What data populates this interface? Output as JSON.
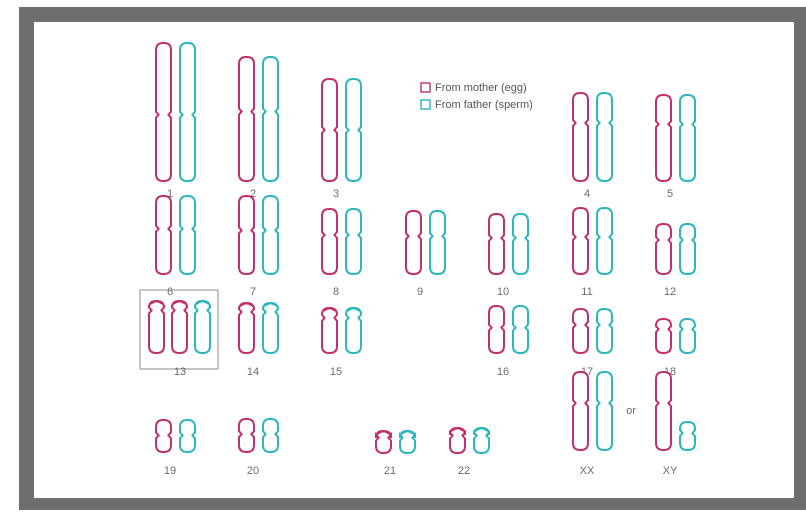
{
  "colors": {
    "maternal": "#c0306b",
    "paternal": "#2bb7bd",
    "frame": "#6e6e6e",
    "label": "#6b6b6b"
  },
  "legend": {
    "maternal": "From mother (egg)",
    "paternal": "From father (sperm)"
  },
  "or_text": "or",
  "chromosomes": [
    {
      "label": "1",
      "strands": [
        "maternal",
        "paternal"
      ]
    },
    {
      "label": "2",
      "strands": [
        "maternal",
        "paternal"
      ]
    },
    {
      "label": "3",
      "strands": [
        "maternal",
        "paternal"
      ]
    },
    {
      "label": "4",
      "strands": [
        "maternal",
        "paternal"
      ]
    },
    {
      "label": "5",
      "strands": [
        "maternal",
        "paternal"
      ]
    },
    {
      "label": "6",
      "strands": [
        "maternal",
        "paternal"
      ]
    },
    {
      "label": "7",
      "strands": [
        "maternal",
        "paternal"
      ]
    },
    {
      "label": "8",
      "strands": [
        "maternal",
        "paternal"
      ]
    },
    {
      "label": "9",
      "strands": [
        "maternal",
        "paternal"
      ]
    },
    {
      "label": "10",
      "strands": [
        "maternal",
        "paternal"
      ]
    },
    {
      "label": "11",
      "strands": [
        "maternal",
        "paternal"
      ]
    },
    {
      "label": "12",
      "strands": [
        "maternal",
        "paternal"
      ]
    },
    {
      "label": "13",
      "strands": [
        "maternal",
        "maternal",
        "paternal"
      ],
      "highlighted": true
    },
    {
      "label": "14",
      "strands": [
        "maternal",
        "paternal"
      ]
    },
    {
      "label": "15",
      "strands": [
        "maternal",
        "paternal"
      ]
    },
    {
      "label": "16",
      "strands": [
        "maternal",
        "paternal"
      ]
    },
    {
      "label": "17",
      "strands": [
        "maternal",
        "paternal"
      ]
    },
    {
      "label": "18",
      "strands": [
        "maternal",
        "paternal"
      ]
    },
    {
      "label": "19",
      "strands": [
        "maternal",
        "paternal"
      ]
    },
    {
      "label": "20",
      "strands": [
        "maternal",
        "paternal"
      ]
    },
    {
      "label": "21",
      "strands": [
        "maternal",
        "paternal"
      ]
    },
    {
      "label": "22",
      "strands": [
        "maternal",
        "paternal"
      ]
    },
    {
      "label": "XX",
      "strands": [
        "maternal",
        "paternal"
      ]
    },
    {
      "label": "XY",
      "strands": [
        "maternal",
        "paternal"
      ]
    }
  ]
}
